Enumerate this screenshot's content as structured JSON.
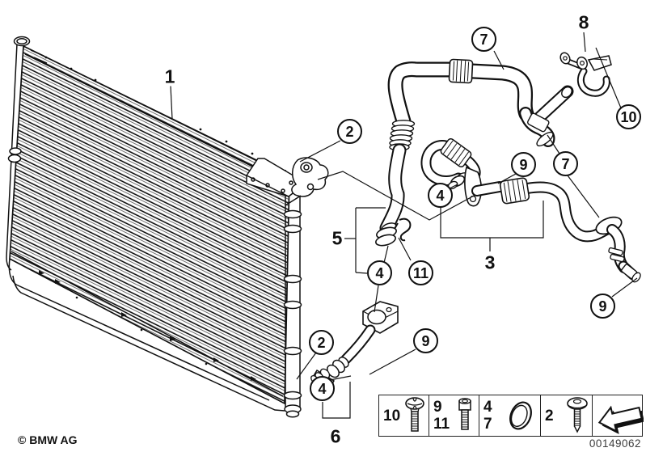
{
  "figure": {
    "copyright": "© BMW AG",
    "part_number": "00149062",
    "background_color": "#ffffff",
    "line_color": "#111111"
  },
  "callouts": {
    "circles": [
      {
        "id": "2-top",
        "label": "2"
      },
      {
        "id": "7-top",
        "label": "7"
      },
      {
        "id": "10",
        "label": "10"
      },
      {
        "id": "9-mid",
        "label": "9"
      },
      {
        "id": "7-mid",
        "label": "7"
      },
      {
        "id": "4-right",
        "label": "4"
      },
      {
        "id": "4-center",
        "label": "4"
      },
      {
        "id": "11",
        "label": "11"
      },
      {
        "id": "9-left",
        "label": "9"
      },
      {
        "id": "2-bottom",
        "label": "2"
      },
      {
        "id": "4-bottom",
        "label": "4"
      },
      {
        "id": "9-bottom-right",
        "label": "9"
      }
    ],
    "plain": [
      {
        "id": "1",
        "label": "1"
      },
      {
        "id": "8",
        "label": "8"
      },
      {
        "id": "5",
        "label": "5"
      },
      {
        "id": "3",
        "label": "3"
      },
      {
        "id": "6",
        "label": "6"
      }
    ]
  },
  "legend": {
    "cells": [
      {
        "labels": [
          "10"
        ],
        "icon": "pan-head-screw"
      },
      {
        "labels": [
          "9",
          "11"
        ],
        "icon": "socket-head-screw"
      },
      {
        "labels": [
          "4",
          "7"
        ],
        "icon": "o-ring"
      },
      {
        "labels": [
          "2"
        ],
        "icon": "flange-head-screw"
      },
      {
        "labels": [],
        "icon": "direction-arrow"
      }
    ]
  }
}
